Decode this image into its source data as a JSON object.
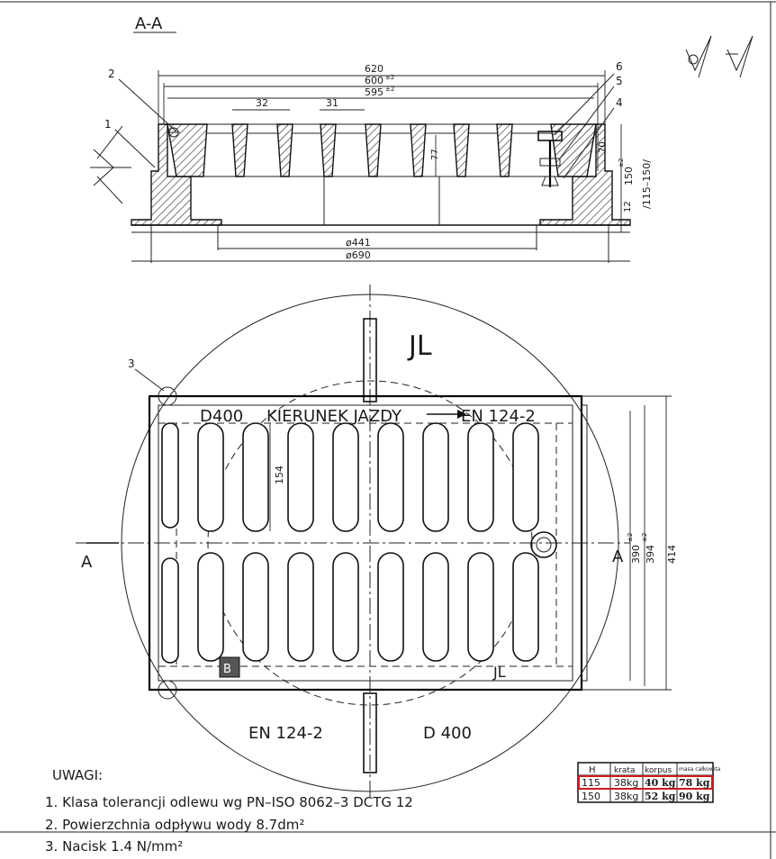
{
  "section": {
    "title": "A-A",
    "dims": {
      "d620": "620",
      "d600": "600",
      "d600_tol": "±2",
      "d595": "595",
      "d595_tol": "±2",
      "d32": "32",
      "d31": "31",
      "d77": "77",
      "d70": "70",
      "d12": "12",
      "d150": "150",
      "d150_tol": "±2",
      "d115_150": "/115–150/",
      "phi441": "ø441",
      "phi690": "ø690"
    },
    "callouts": [
      "1",
      "2",
      "4",
      "5",
      "6"
    ]
  },
  "plan": {
    "marking_top": "JL",
    "class_label": "D400",
    "direction_label": "KIERUNEK JAZDY",
    "standard_label": "EN 124-2",
    "dim_154": "154",
    "dim_390": "390",
    "dim_390_tol": "±2",
    "dim_394": "394",
    "dim_394_tol": "±2",
    "dim_414": "414",
    "section_mark_left": "A",
    "section_mark_right": "A",
    "callout_3": "3",
    "marking_inner": "JL",
    "bottom_left_label": "EN 124-2",
    "bottom_right_label": "D 400"
  },
  "notes": {
    "heading": "UWAGI:",
    "items": [
      "1. Klasa tolerancji odlewu wg PN–ISO 8062–3 DCTG 12",
      "2. Powierzchnia odpływu wody 8.7dm²",
      "3. Nacisk 1.4 N/mm²"
    ]
  },
  "mass_table": {
    "headers": [
      "H",
      "krata",
      "korpus",
      "masa całkowita"
    ],
    "rows": [
      {
        "h": "115",
        "krata": "38kg",
        "korpus": "40 kg",
        "masa": "78 kg",
        "highlighted": true
      },
      {
        "h": "150",
        "krata": "38kg",
        "korpus": "52 kg",
        "masa": "90 kg",
        "highlighted": false
      }
    ],
    "highlight_color": "#d11a1a"
  }
}
